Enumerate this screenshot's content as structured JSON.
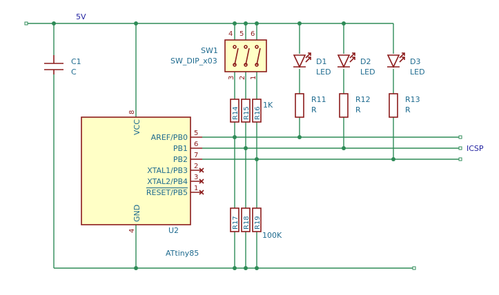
{
  "nets": {
    "vcc": "5V",
    "icsp": "ICSP"
  },
  "capacitor": {
    "ref": "C1",
    "value": "C"
  },
  "switch": {
    "ref": "SW1",
    "value": "SW_DIP_x03",
    "pins_top": [
      "4",
      "5",
      "6"
    ],
    "pins_bottom": [
      "3",
      "2",
      "1"
    ]
  },
  "leds": [
    {
      "ref": "D1",
      "value": "LED"
    },
    {
      "ref": "D2",
      "value": "LED"
    },
    {
      "ref": "D3",
      "value": "LED"
    }
  ],
  "led_resistors": [
    {
      "ref": "R11",
      "value": "R"
    },
    {
      "ref": "R12",
      "value": "R"
    },
    {
      "ref": "R13",
      "value": "R"
    }
  ],
  "pullup_resistors": {
    "refs": [
      "R14",
      "R15",
      "R16"
    ],
    "value": "1K"
  },
  "pulldown_resistors": {
    "refs": [
      "R17",
      "R18",
      "R19"
    ],
    "value": "100K"
  },
  "mcu": {
    "ref": "U2",
    "value": "ATtiny85",
    "vcc_pin": {
      "num": "8",
      "name": "VCC"
    },
    "gnd_pin": {
      "num": "4",
      "name": "GND"
    },
    "pins": [
      {
        "num": "5",
        "name": "AREF/PB0"
      },
      {
        "num": "6",
        "name": "PB1"
      },
      {
        "num": "7",
        "name": "PB2"
      },
      {
        "num": "2",
        "name": "XTAL1/PB3"
      },
      {
        "num": "3",
        "name": "XTAL2/PB4"
      },
      {
        "num": "1",
        "name": "RESET/PB5"
      }
    ]
  }
}
